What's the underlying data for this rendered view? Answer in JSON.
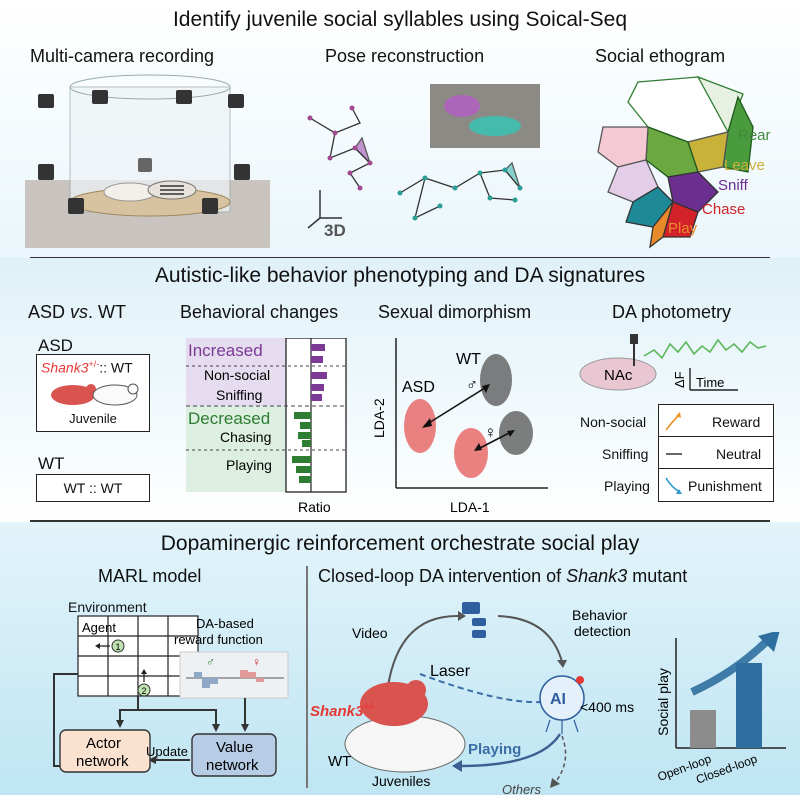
{
  "panel1": {
    "title": "Identify juvenile social syllables using Soical-Seq",
    "recording_title": "Multi-camera recording",
    "pose_title": "Pose reconstruction",
    "ethogram_title": "Social ethogram",
    "axis_3d_label": "3D",
    "ethogram_labels": [
      {
        "text": "Rear",
        "color": "#3f8a3a"
      },
      {
        "text": "Leave",
        "color": "#c9b23a"
      },
      {
        "text": "Sniff",
        "color": "#6b2f8f"
      },
      {
        "text": "Chase",
        "color": "#d3222a"
      },
      {
        "text": "Play",
        "color": "#e88a2a"
      }
    ]
  },
  "panel2": {
    "title": "Autistic-like behavior phenotyping and DA signatures",
    "asd_title_a": "ASD ",
    "asd_title_vs": "vs",
    "asd_title_b": ". WT",
    "asd_box_label": "ASD",
    "shank3_label": "Shank3",
    "shank3_sup": "+/-",
    "shank3_suffix": ":: WT",
    "juvenile_label": "Juvenile",
    "wt_box_label": "WT",
    "wt_pair_label": "WT :: WT",
    "behavioral_title": "Behavioral changes",
    "increased_label": "Increased",
    "decreased_label": "Decreased",
    "behaviors": [
      "Non-social",
      "Sniffing",
      "Chasing",
      "Playing"
    ],
    "ratio_label": "Ratio",
    "dimorphism_title": "Sexual dimorphism",
    "lda_x": "LDA-1",
    "lda_y": "LDA-2",
    "group_asd": "ASD",
    "group_wt": "WT",
    "da_title": "DA photometry",
    "nac_label": "NAc",
    "delta_f": "ΔF",
    "time_label": "Time",
    "da_rows": [
      {
        "behavior": "Non-social",
        "signal": "Reward"
      },
      {
        "behavior": "Sniffing",
        "signal": "Neutral"
      },
      {
        "behavior": "Playing",
        "signal": "Punishment"
      }
    ],
    "colors": {
      "increased": "#7b3a96",
      "decreased": "#2e7d32",
      "asd": "#e86b6b",
      "wt": "#666666"
    }
  },
  "panel3": {
    "title": "Dopaminergic reinforcement orchestrate social play",
    "marl_title": "MARL model",
    "environment_label": "Environment",
    "agent_label": "Agent",
    "agent_1": "1",
    "agent_2": "2",
    "reward_label_line1": "DA-based",
    "reward_label_line2": "reward function",
    "update_label": "Update",
    "actor_line1": "Actor",
    "actor_line2": "network",
    "value_line1": "Value",
    "value_line2": "network",
    "closed_loop_title_a": "Closed-loop DA intervention of ",
    "closed_loop_title_b": "Shank3",
    "closed_loop_title_c": " mutant",
    "video_label": "Video",
    "behavior_detection_line1": "Behavior",
    "behavior_detection_line2": "detection",
    "laser_label": "Laser",
    "ai_label": "AI",
    "latency_label": "<400 ms",
    "shank3_label": "Shank3",
    "shank3_sup": "+/-",
    "wt_label": "WT",
    "juveniles_label": "Juveniles",
    "playing_label": "Playing",
    "others_label": "Others",
    "social_play_label": "Social play",
    "bar_categories": [
      "Open-loop",
      "Closed-loop"
    ],
    "bar_values": [
      0.38,
      0.85
    ],
    "colors": {
      "shank3": "#e53935",
      "open": "#8c8c8c",
      "closed": "#2f6f9f",
      "actor": "#fbe1cf",
      "value": "#b7cde6"
    }
  }
}
